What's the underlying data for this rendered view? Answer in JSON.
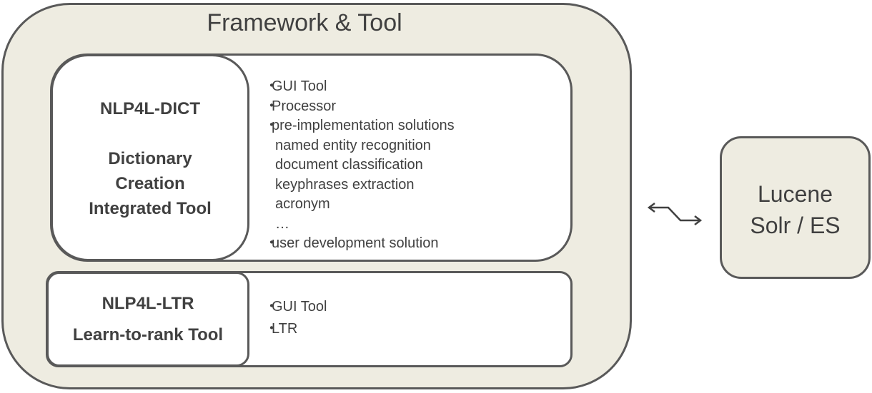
{
  "framework": {
    "title": "Framework & Tool"
  },
  "dict": {
    "name": "NLP4L-DICT",
    "desc": [
      "Dictionary",
      "Creation",
      "Integrated Tool"
    ],
    "items": [
      {
        "bullet": "・",
        "text": "GUI Tool"
      },
      {
        "bullet": "・",
        "text": "Processor"
      },
      {
        "bullet": "・",
        "text": "pre-implementation solutions"
      },
      {
        "bullet": "",
        "text": "named entity recognition"
      },
      {
        "bullet": "",
        "text": "document classification"
      },
      {
        "bullet": "",
        "text": "keyphrases extraction"
      },
      {
        "bullet": "",
        "text": "acronym"
      },
      {
        "bullet": "",
        "text": "…"
      },
      {
        "bullet": "・",
        "text": "user development solution"
      }
    ]
  },
  "ltr": {
    "name": "NLP4L-LTR",
    "desc": "Learn-to-rank Tool",
    "items": [
      {
        "bullet": "・",
        "text": "GUI Tool"
      },
      {
        "bullet": "・",
        "text": "LTR"
      }
    ]
  },
  "lucene": {
    "lines": [
      "Lucene",
      "Solr / ES"
    ]
  },
  "connector": {
    "icon": "bidirectional-arrow-icon"
  }
}
